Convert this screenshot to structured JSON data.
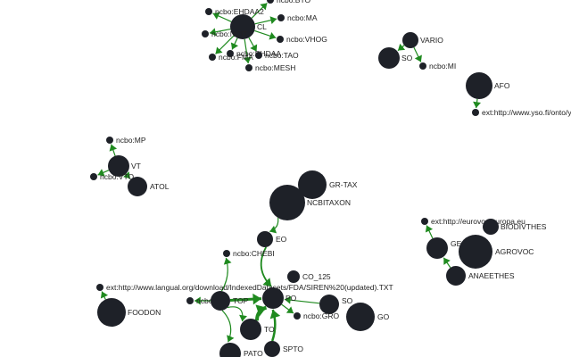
{
  "graph": {
    "node_color": "#1e2128",
    "edge_color": "#1f8a1f",
    "nodes": [
      {
        "id": "ncbo_bto",
        "label": "ncbo:BTO"
      },
      {
        "id": "ncbo_ehdaa2",
        "label": "ncbo:EHDAA2"
      },
      {
        "id": "cl",
        "label": "CL"
      },
      {
        "id": "ncbo_ma",
        "label": "ncbo:MA"
      },
      {
        "id": "ncbo_ncit",
        "label": "ncbo:NCIT"
      },
      {
        "id": "ncbo_vhog",
        "label": "ncbo:VHOG"
      },
      {
        "id": "ncbo_ehdaa",
        "label": "ncbo:EHDAA"
      },
      {
        "id": "ncbo_fma",
        "label": "ncbo:FMA"
      },
      {
        "id": "ncbo_tao",
        "label": "ncbo:TAO"
      },
      {
        "id": "ncbo_mesh",
        "label": "ncbo:MESH"
      },
      {
        "id": "vario",
        "label": "VARIO"
      },
      {
        "id": "so",
        "label": "SO"
      },
      {
        "id": "ncbo_mi",
        "label": "ncbo:MI"
      },
      {
        "id": "afo",
        "label": "AFO"
      },
      {
        "id": "ext_yso",
        "label": "ext:http://www.yso.fi/onto/yso"
      },
      {
        "id": "ncbo_mp",
        "label": "ncbo:MP"
      },
      {
        "id": "vt",
        "label": "VT"
      },
      {
        "id": "ncbo_vto",
        "label": "ncbo:VTO"
      },
      {
        "id": "atol",
        "label": "ATOL"
      },
      {
        "id": "gr_tax",
        "label": "GR-TAX"
      },
      {
        "id": "ncbitaxon",
        "label": "NCBITAXON"
      },
      {
        "id": "eo",
        "label": "EO"
      },
      {
        "id": "ncbo_chebi",
        "label": "ncbo:CHEBI"
      },
      {
        "id": "co_125",
        "label": "CO_125"
      },
      {
        "id": "ext_langual",
        "label": "ext:http://www.langual.org/download/IndexedDatasets/FDA/SIREN%20(updated).TXT"
      },
      {
        "id": "ncbo_sep",
        "label": "ncbo:SEP"
      },
      {
        "id": "top",
        "label": "TOP"
      },
      {
        "id": "po",
        "label": "PO"
      },
      {
        "id": "so2",
        "label": "SO"
      },
      {
        "id": "ncbo_gro",
        "label": "ncbo:GRO"
      },
      {
        "id": "go",
        "label": "GO"
      },
      {
        "id": "foodon",
        "label": "FOODON"
      },
      {
        "id": "to",
        "label": "TO"
      },
      {
        "id": "spto",
        "label": "SPTO"
      },
      {
        "id": "pato",
        "label": "PATO"
      },
      {
        "id": "ext_europa",
        "label": "ext:http://eurovoc.europa.eu"
      },
      {
        "id": "biodivthes",
        "label": "BIODIVTHES"
      },
      {
        "id": "gemet",
        "label": "GE"
      },
      {
        "id": "agrovoc",
        "label": "AGROVOC"
      },
      {
        "id": "anaeethes",
        "label": "ANAEETHES"
      }
    ],
    "edges": [
      {
        "from": "cl",
        "to": "ncbo_bto"
      },
      {
        "from": "cl",
        "to": "ncbo_ehdaa2"
      },
      {
        "from": "cl",
        "to": "ncbo_ma"
      },
      {
        "from": "cl",
        "to": "ncbo_ncit"
      },
      {
        "from": "cl",
        "to": "ncbo_vhog"
      },
      {
        "from": "cl",
        "to": "ncbo_ehdaa"
      },
      {
        "from": "cl",
        "to": "ncbo_fma"
      },
      {
        "from": "cl",
        "to": "ncbo_tao"
      },
      {
        "from": "cl",
        "to": "ncbo_mesh"
      },
      {
        "from": "vario",
        "to": "so"
      },
      {
        "from": "vario",
        "to": "ncbo_mi"
      },
      {
        "from": "afo",
        "to": "ext_yso"
      },
      {
        "from": "vt",
        "to": "ncbo_mp"
      },
      {
        "from": "vt",
        "to": "ncbo_vto"
      },
      {
        "from": "vt",
        "to": "atol"
      },
      {
        "from": "ncbitaxon",
        "to": "eo"
      },
      {
        "from": "eo",
        "to": "po"
      },
      {
        "from": "top",
        "to": "ncbo_chebi"
      },
      {
        "from": "top",
        "to": "ncbo_sep"
      },
      {
        "from": "top",
        "to": "po"
      },
      {
        "from": "top",
        "to": "to"
      },
      {
        "from": "top",
        "to": "pato"
      },
      {
        "from": "po",
        "to": "ncbo_gro"
      },
      {
        "from": "so2",
        "to": "po"
      },
      {
        "from": "to",
        "to": "po"
      },
      {
        "from": "spto",
        "to": "po"
      },
      {
        "from": "foodon",
        "to": "ext_langual"
      },
      {
        "from": "gemet",
        "to": "ext_europa"
      },
      {
        "from": "anaeethes",
        "to": "gemet"
      }
    ]
  }
}
